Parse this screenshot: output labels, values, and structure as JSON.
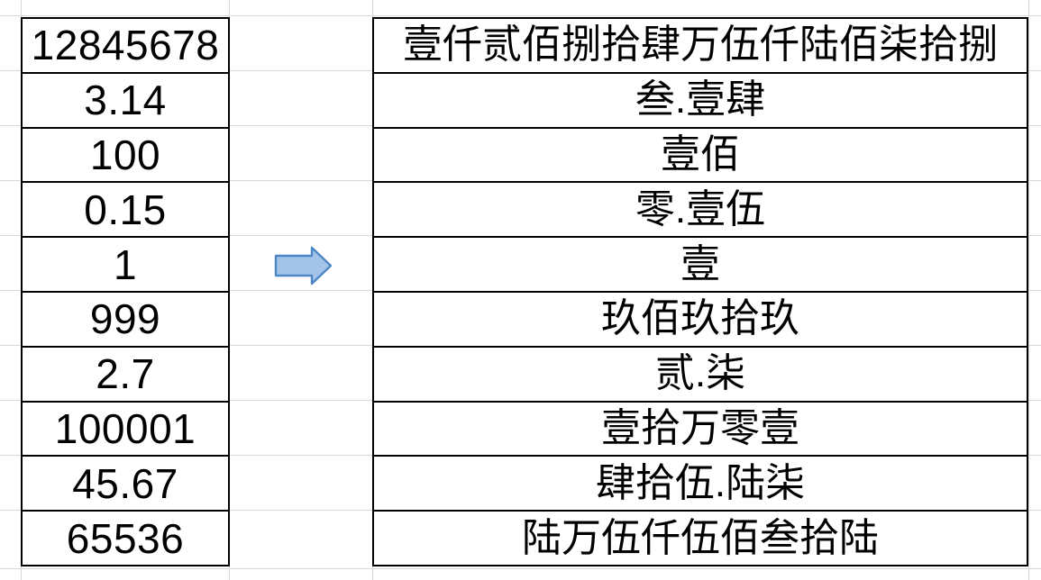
{
  "sheet": {
    "description_not_shown": "",
    "colors": {
      "gridline": "#d8d8d8",
      "cell_border": "#000000",
      "text": "#000000"
    }
  },
  "arrow": {
    "icon": "right-arrow-icon",
    "fill": "#a4c3e8",
    "stroke": "#4e87c6"
  },
  "rows": [
    {
      "arabic": "12845678",
      "chinese": "壹仟贰佰捌拾肆万伍仟陆佰柒拾捌"
    },
    {
      "arabic": "3.14",
      "chinese": "叁.壹肆"
    },
    {
      "arabic": "100",
      "chinese": "壹佰"
    },
    {
      "arabic": "0.15",
      "chinese": "零.壹伍"
    },
    {
      "arabic": "1",
      "chinese": "壹"
    },
    {
      "arabic": "999",
      "chinese": "玖佰玖拾玖"
    },
    {
      "arabic": "2.7",
      "chinese": "贰.柒"
    },
    {
      "arabic": "100001",
      "chinese": "壹拾万零壹"
    },
    {
      "arabic": "45.67",
      "chinese": "肆拾伍.陆柒"
    },
    {
      "arabic": "65536",
      "chinese": "陆万伍仟伍佰叁拾陆"
    }
  ]
}
